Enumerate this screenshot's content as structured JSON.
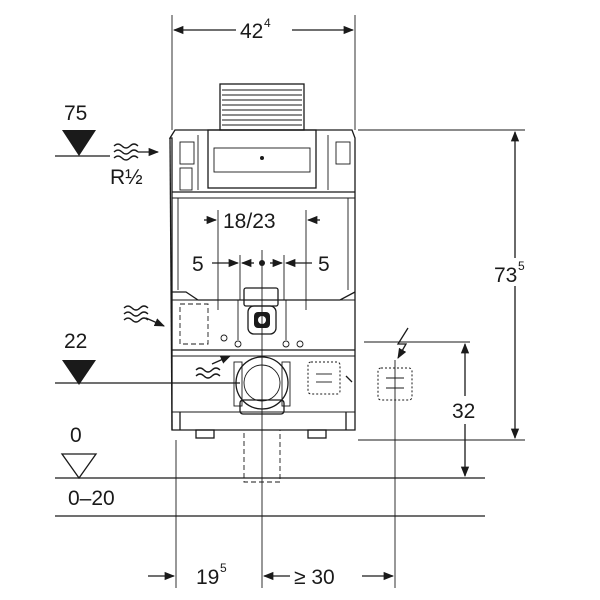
{
  "dimensions": {
    "top_width": {
      "main": "42",
      "sup": "4"
    },
    "inlet_height": "75",
    "inlet_thread": "R½",
    "flush_pipe_spacing": "18/23",
    "left_offset": "5",
    "right_offset": "5",
    "frame_height": {
      "main": "73",
      "sup": "5"
    },
    "drain_height": "22",
    "socket_height": "32",
    "floor_level": "0",
    "floor_range": "0–20",
    "bottom_left": {
      "main": "19",
      "sup": "5"
    },
    "socket_distance": "≥ 30"
  },
  "icons": [
    "water-supply-icon",
    "electrical-supply-icon",
    "floor-level-marker-icon",
    "level-marker-icon"
  ],
  "colors": {
    "line": "#1a1a1a",
    "background": "#ffffff"
  }
}
